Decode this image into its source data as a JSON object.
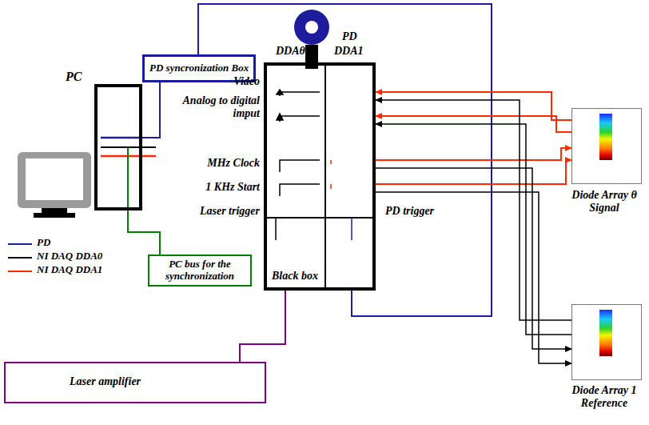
{
  "diagram": {
    "nodes": [
      {
        "text": [
          "PC"
        ]
      },
      {
        "text": [
          "PD syncronization Box"
        ]
      },
      {
        "text": [
          "PD"
        ]
      },
      {
        "text": [
          "Black box"
        ]
      },
      {
        "text": [
          "Diode Array θ Signal"
        ]
      },
      {
        "text": [
          "Diode Array 1 Reference"
        ]
      },
      {
        "text": [
          "PC bus for the synchronization"
        ]
      },
      {
        "text": [
          "Laser amplifier"
        ]
      }
    ],
    "edges": [
      {
        "from": 1,
        "to": 0,
        "arrow": "none"
      },
      {
        "from": 1,
        "to": 3,
        "arrow": "none"
      },
      {
        "from": 7,
        "to": 3,
        "arrow": "none"
      },
      {
        "from": 6,
        "to": 0,
        "arrow": "none"
      },
      {
        "from": 4,
        "to": 3,
        "arrow": "to"
      },
      {
        "from": 4,
        "to": 3,
        "arrow": "to"
      },
      {
        "from": 3,
        "to": 4,
        "arrow": "to"
      },
      {
        "from": 3,
        "to": 4,
        "arrow": "to"
      },
      {
        "from": 5,
        "to": 3,
        "arrow": "to"
      },
      {
        "from": 5,
        "to": 3,
        "arrow": "to"
      },
      {
        "from": 3,
        "to": 5,
        "arrow": "to"
      },
      {
        "from": 3,
        "to": 5,
        "arrow": "to"
      }
    ],
    "labels": [
      "DDAθ",
      "DDA1",
      "Video",
      "Analog to digital imput",
      "MHz Clock",
      "1 KHz Start",
      "Laser trigger",
      "PD trigger"
    ],
    "legend": [
      {
        "text": "PD"
      },
      {
        "text": "NI DAQ DDA0"
      },
      {
        "text": "NI DAQ DDA1"
      }
    ]
  }
}
